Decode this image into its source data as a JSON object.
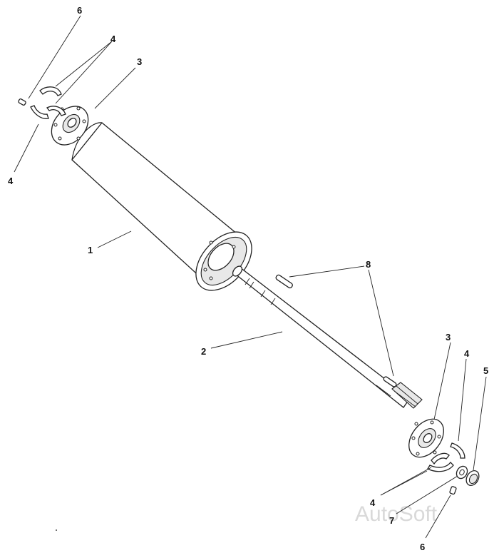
{
  "callouts": {
    "c1": "1",
    "c2": "2",
    "c3_top": "3",
    "c3_bottom": "3",
    "c4_top_right": "4",
    "c4_top_left": "4",
    "c4_bottom_right": "4",
    "c4_bottom_left": "4",
    "c5": "5",
    "c6_top": "6",
    "c6_bottom": "6",
    "c7": "7",
    "c8": "8"
  },
  "watermark": "AutoSoft"
}
